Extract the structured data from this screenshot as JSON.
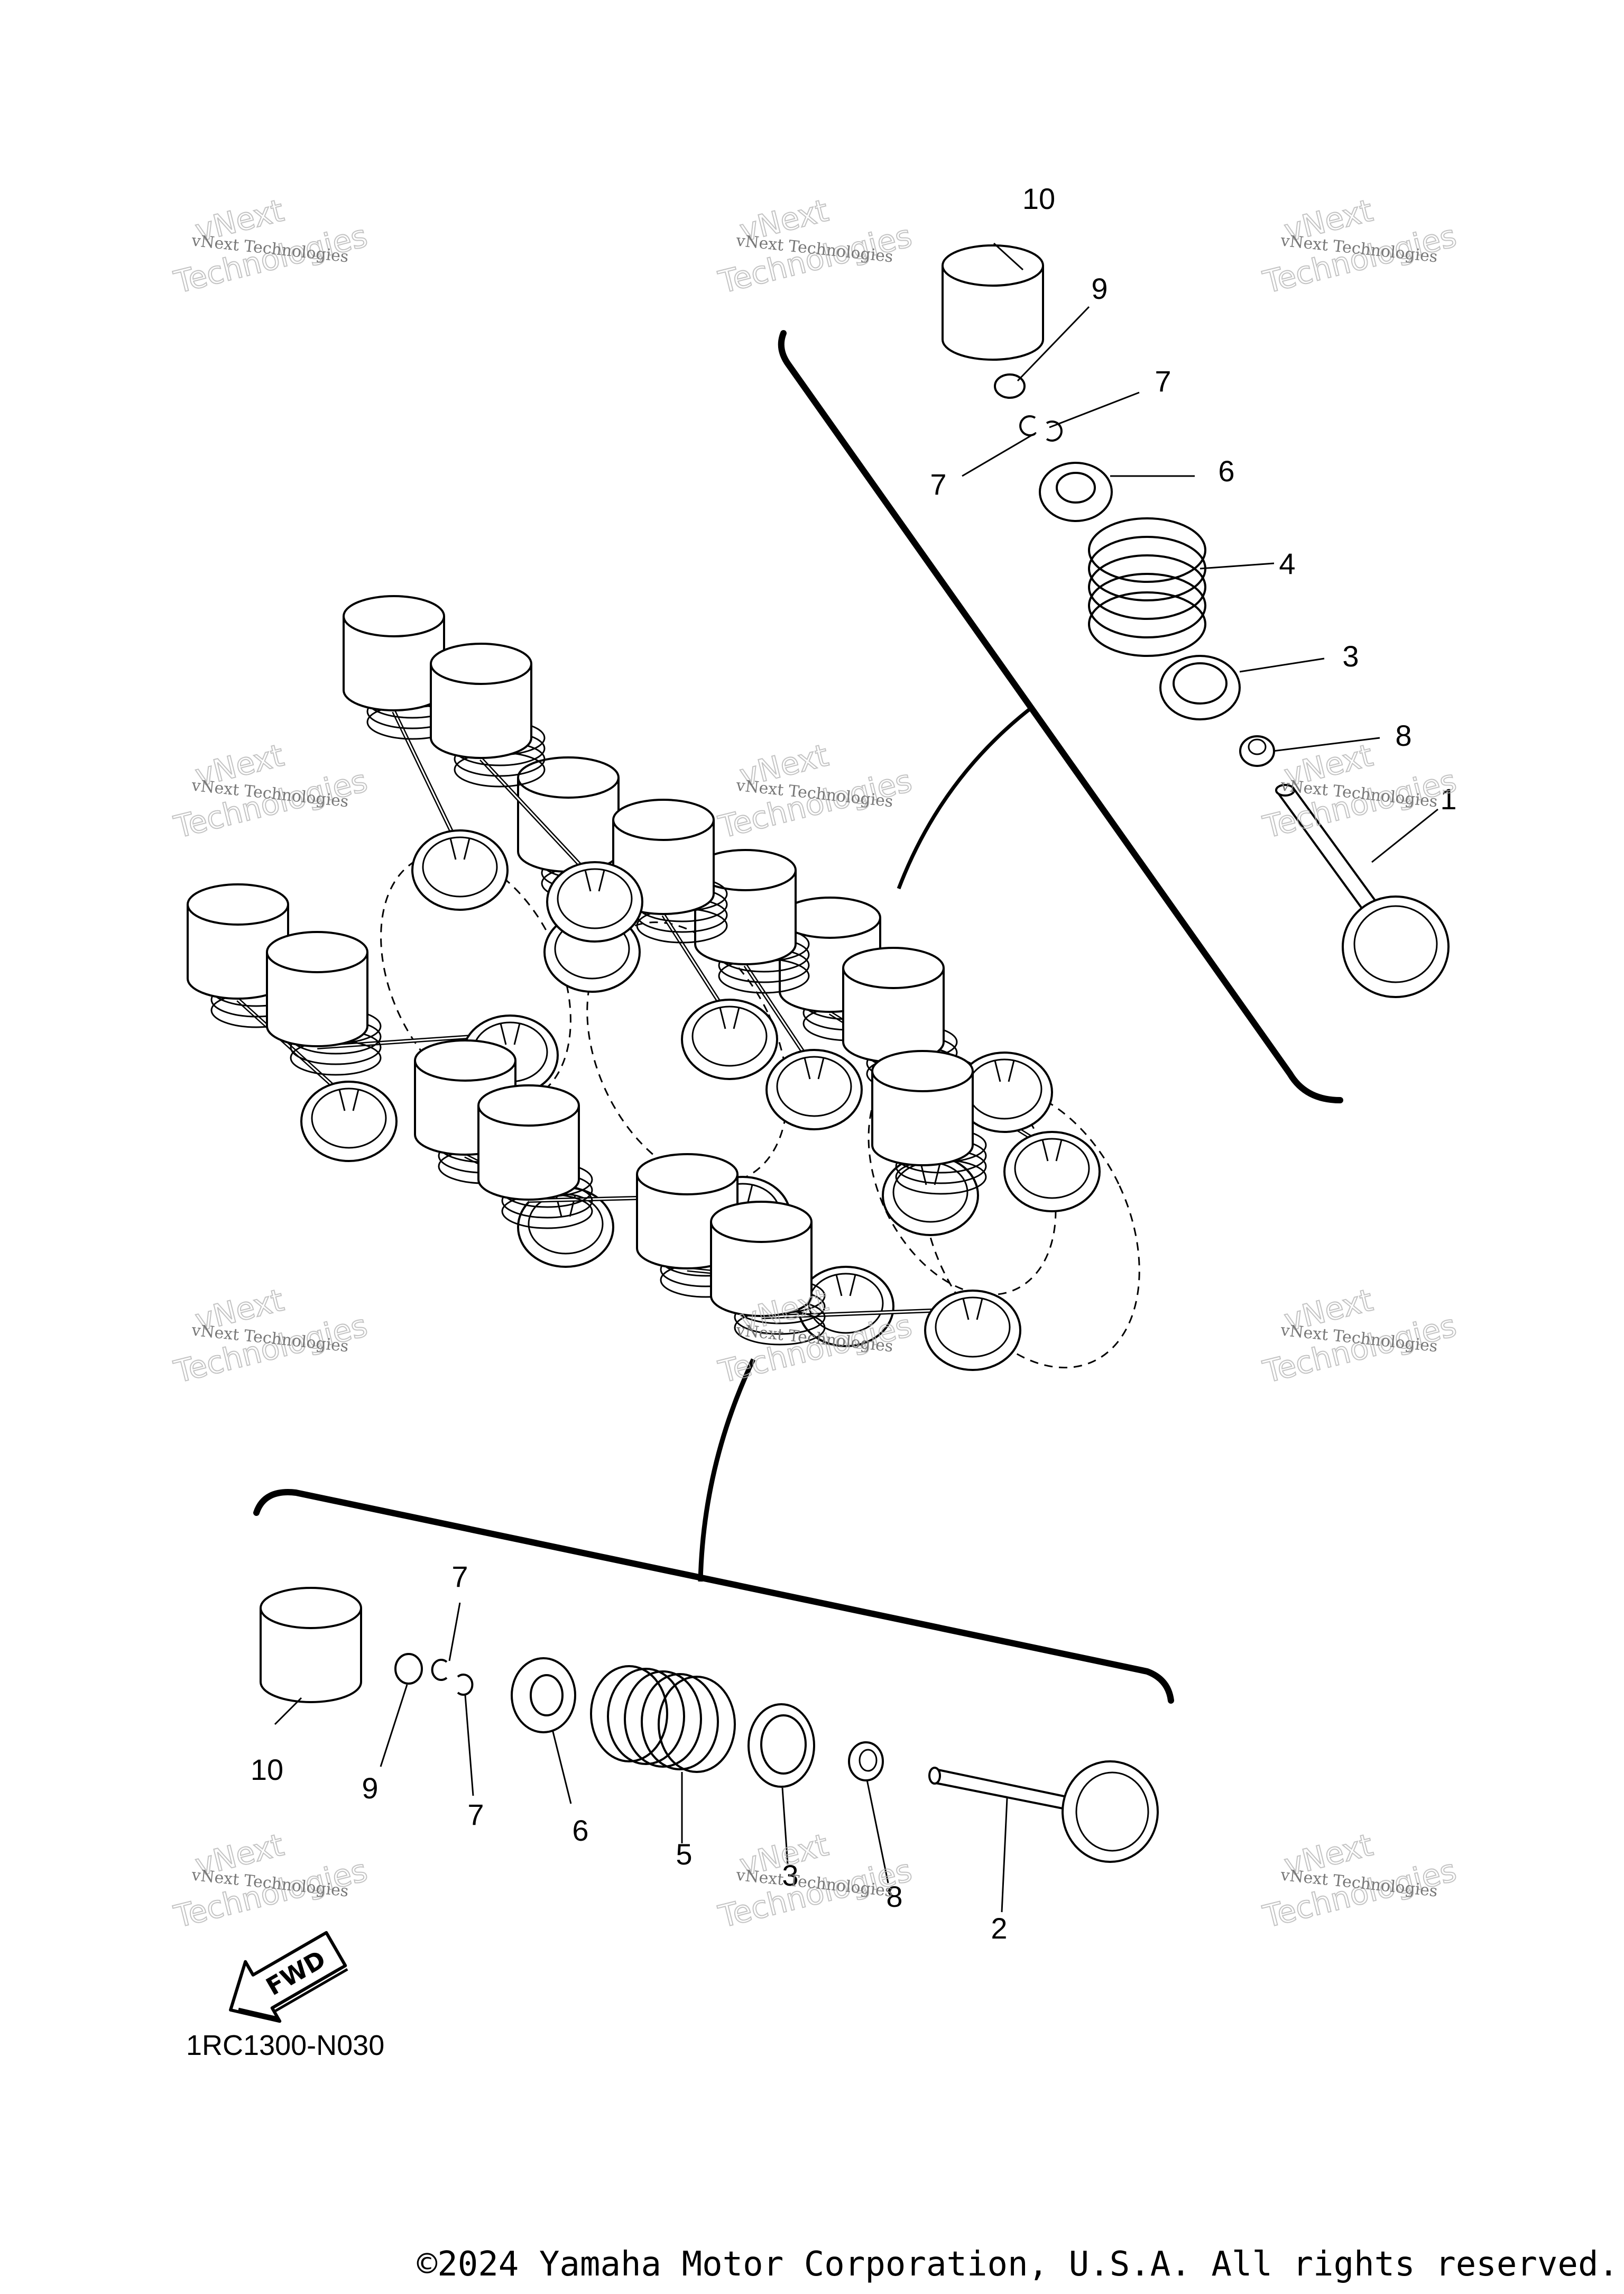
{
  "diagram": {
    "code": "1RC1300-N030",
    "fwd_label": "FWD",
    "copyright": "©2024 Yamaha Motor Corporation, U.S.A. All rights reserved.",
    "watermark_small": "vNext Technologies",
    "watermark_large": "Technologies",
    "watermark_brand": "vNext",
    "callouts_upper": [
      "10",
      "9",
      "7",
      "7",
      "6",
      "4",
      "3",
      "8",
      "1"
    ],
    "callouts_lower": [
      "7",
      "10",
      "9",
      "7",
      "6",
      "5",
      "3",
      "8",
      "2"
    ]
  }
}
